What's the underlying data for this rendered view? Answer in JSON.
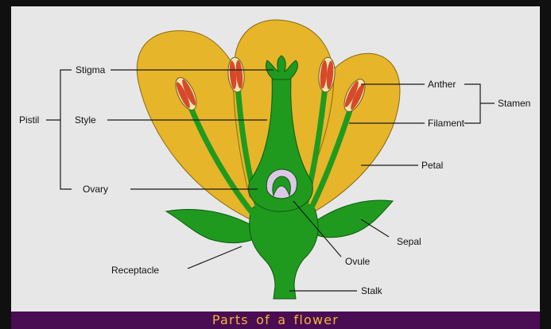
{
  "caption": "Parts of a flower",
  "labels": {
    "stigma": "Stigma",
    "style": "Style",
    "ovary": "Ovary",
    "pistil": "Pistil",
    "anther": "Anther",
    "filament": "Filament",
    "stamen": "Stamen",
    "petal": "Petal",
    "sepal": "Sepal",
    "ovule": "Ovule",
    "receptacle": "Receptacle",
    "stalk": "Stalk"
  },
  "colors": {
    "background": "#e7e7e7",
    "petal": "#e7b52a",
    "stem": "#1f9a1f",
    "anther": "#d64a2a",
    "ovule_cavity": "#dcc8e6",
    "caption_bar": "#4a0c52",
    "caption_text": "#f1b63a"
  }
}
